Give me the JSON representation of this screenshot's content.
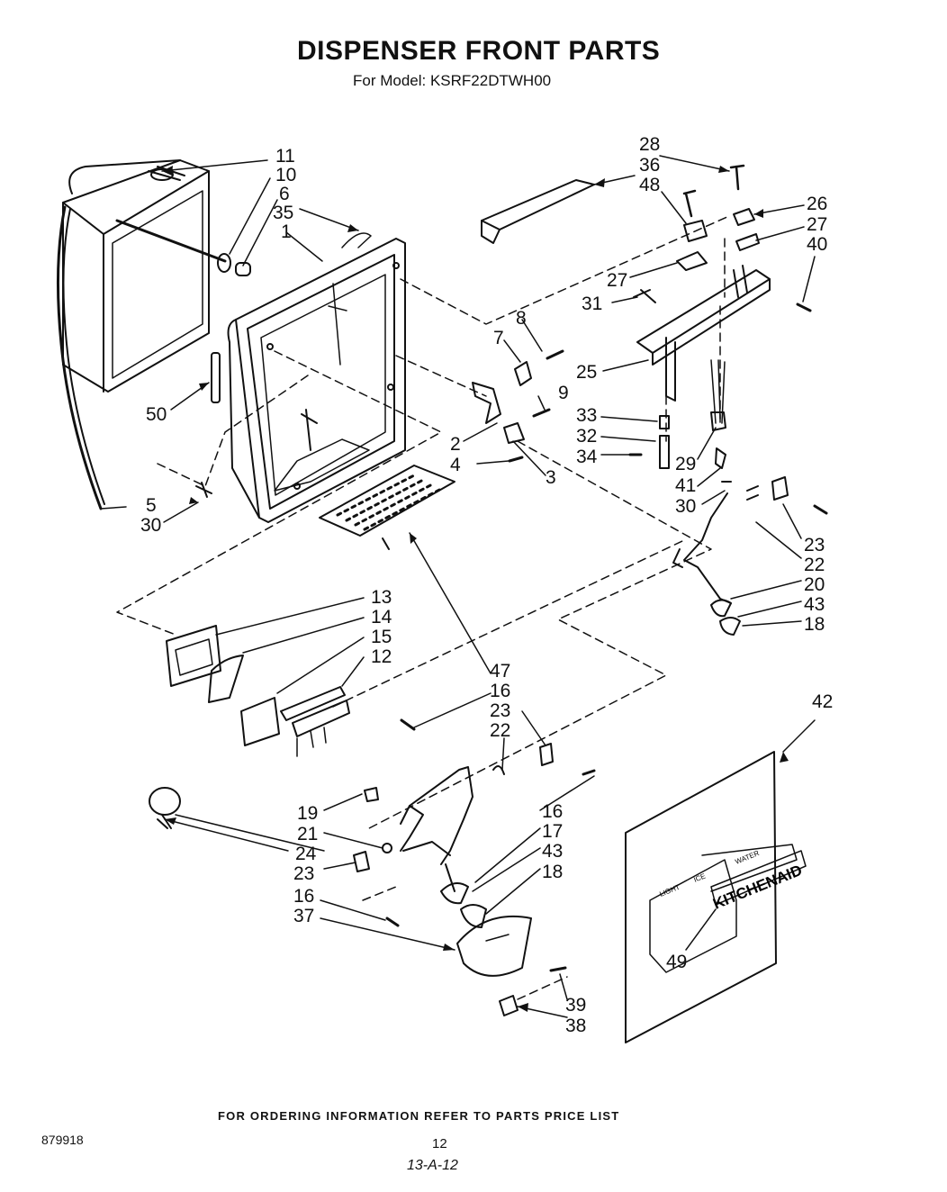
{
  "header": {
    "title": "DISPENSER FRONT PARTS",
    "subtitle": "For Model: KSRF22DTWH00"
  },
  "diagram": {
    "labels": {
      "l11": "11",
      "l10": "10",
      "l6": "6",
      "l35": "35",
      "l1": "1",
      "l50": "50",
      "l5": "5",
      "l30a": "30",
      "l7": "7",
      "l8": "8",
      "l9": "9",
      "l2": "2",
      "l3": "3",
      "l4": "4",
      "l28": "28",
      "l36": "36",
      "l48": "48",
      "l26": "26",
      "l27a": "27",
      "l40": "40",
      "l27b": "27",
      "l31": "31",
      "l25": "25",
      "l33": "33",
      "l32": "32",
      "l34": "34",
      "l29": "29",
      "l41": "41",
      "l30b": "30",
      "l23a": "23",
      "l22a": "22",
      "l20": "20",
      "l43a": "43",
      "l18a": "18",
      "l13": "13",
      "l14": "14",
      "l15": "15",
      "l12": "12",
      "l47": "47",
      "l16a": "16",
      "l23b": "23",
      "l22b": "22",
      "l42": "42",
      "l19": "19",
      "l21": "21",
      "l24": "24",
      "l23c": "23",
      "l16b": "16",
      "l37": "37",
      "l16c": "16",
      "l17": "17",
      "l43b": "43",
      "l18b": "18",
      "l49": "49",
      "l39": "39",
      "l38": "38"
    },
    "panel_text": {
      "brand": "KITCHENAID",
      "light": "LIGHT",
      "ice": "ICE",
      "water": "WATER"
    }
  },
  "footer": {
    "ordering": "FOR ORDERING INFORMATION REFER TO PARTS PRICE LIST",
    "doc_number": "879918",
    "page_number": "12",
    "handwritten": "13-A-12"
  }
}
